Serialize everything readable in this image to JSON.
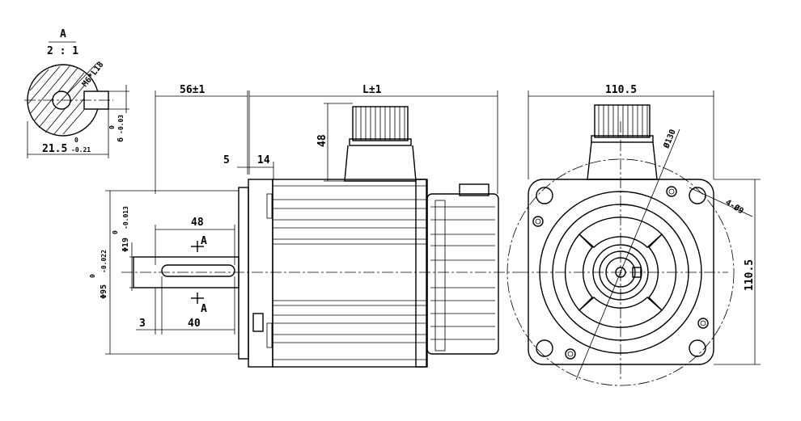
{
  "section_view": {
    "letter": "A",
    "scale": "2 : 1",
    "thread": "M6*L18",
    "key_height": "21.5",
    "key_height_tol": "0",
    "key_height_tol_low": "-0.21",
    "key_width": "6",
    "key_width_tol": "0",
    "key_width_tol_low": "-0.03"
  },
  "side_view": {
    "shaft_len": "56±1",
    "body_len": "L±1",
    "connector_h": "48",
    "flange_a": "5",
    "flange_b": "14",
    "key_len": "48",
    "shaft_dia": "Φ19",
    "shaft_dia_tol": "0",
    "shaft_dia_tol_low": "-0.013",
    "spigot_dia": "Φ95",
    "spigot_dia_tol": "0",
    "spigot_dia_tol_low": "-0.022",
    "key_offset": "3",
    "key_span": "40",
    "section_mark": "A"
  },
  "front_view": {
    "width": "110.5",
    "height": "110.5",
    "pcd": "Ø130",
    "holes": "4-Ø9"
  }
}
